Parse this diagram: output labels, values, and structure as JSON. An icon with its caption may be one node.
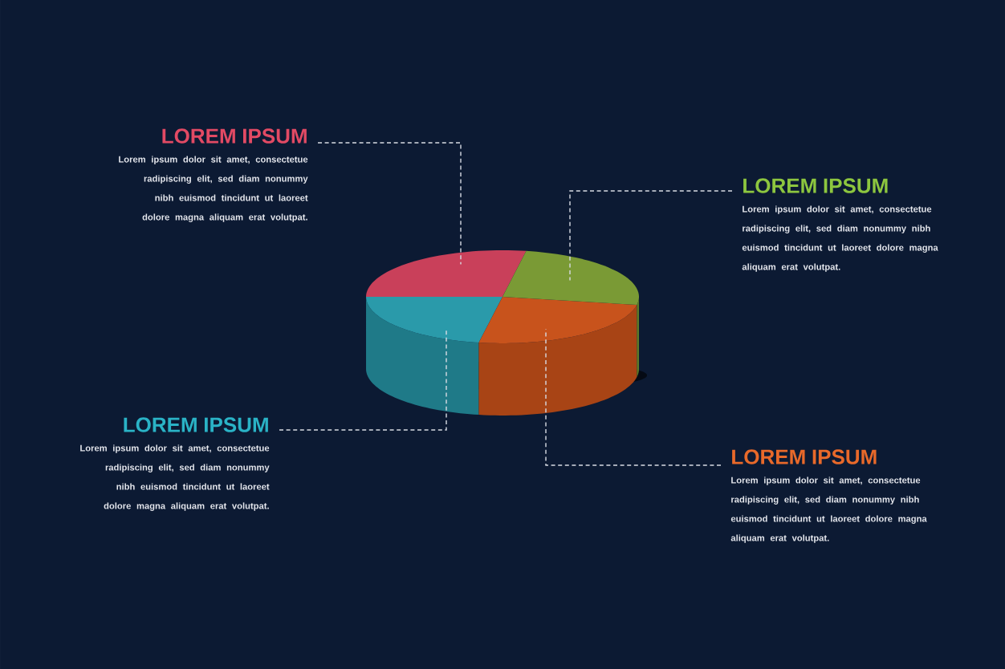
{
  "diagram": {
    "nodes": [
      {
        "text": [
          "LOREM IPSUM",
          "Lorem ipsum dolor sit amet, consectetue radipiscing elit, sed diam nonummy nibh euismod tincidunt ut laoreet dolore magna aliquam erat volutpat."
        ]
      },
      {
        "text": [
          "LOREM IPSUM",
          "Lorem ipsum dolor sit amet, consectetue radipiscing elit, sed diam nonummy nibh euismod tincidunt ut laoreet dolore magna aliquam erat volutpat."
        ]
      },
      {
        "text": [
          "LOREM IPSUM",
          "Lorem ipsum dolor sit amet, consectetue radipiscing elit, sed diam nonummy nibh euismod tincidunt ut laoreet dolore magna aliquam erat volutpat."
        ]
      },
      {
        "text": [
          "LOREM IPSUM",
          "Lorem ipsum dolor sit amet, consectetue radipiscing elit, sed diam nonummy nibh euismod tincidunt ut laoreet dolore magna aliquam erat volutpat."
        ]
      },
      {
        "text": [],
        "shape": "slice"
      },
      {
        "text": [],
        "shape": "slice"
      },
      {
        "text": [],
        "shape": "slice"
      },
      {
        "text": [],
        "shape": "slice"
      }
    ],
    "edges": [
      {
        "from": 0,
        "to": 5,
        "arrow": "none",
        "style": "dashed"
      },
      {
        "from": 1,
        "to": 7,
        "arrow": "none",
        "style": "dashed"
      },
      {
        "from": 2,
        "to": 4,
        "arrow": "none",
        "style": "dashed"
      },
      {
        "from": 3,
        "to": 6,
        "arrow": "none",
        "style": "dashed"
      }
    ]
  }
}
